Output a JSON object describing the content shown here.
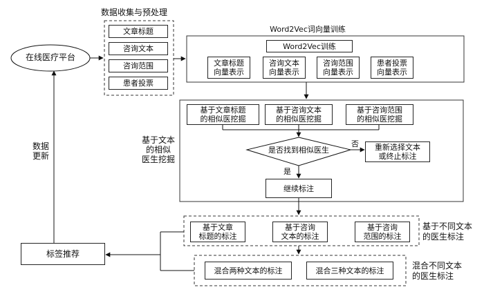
{
  "platform": "在线医疗平台",
  "collection": {
    "title": "数据收集与预处理",
    "items": [
      "文章标题",
      "咨询文本",
      "咨询范围",
      "患者投票"
    ]
  },
  "word2vec": {
    "title": "Word2Vec词向量训练",
    "train_label": "Word2Vec训练",
    "vectors": [
      "文章标题\n向量表示",
      "咨询文本\n向量表示",
      "咨询范围\n向量表示",
      "患者投票\n向量表示"
    ]
  },
  "similar_mining": {
    "side_label": "基于文本\n的相似\n医生挖掘",
    "methods": [
      "基于文章标题\n的相似医挖掘",
      "基于咨询文本\n的相似医挖掘",
      "基于咨询范围\n的相似医挖掘"
    ],
    "decision": "是否找到相似医生",
    "no_label": "否",
    "yes_label": "是",
    "reselect": "重新选择文本\n或终止标注",
    "continue": "继续标注"
  },
  "single_text_labeling": {
    "side_label": "基于不同文本\n的医生标注",
    "items": [
      "基于文章\n标题的标注",
      "基于咨询\n文本的标注",
      "基于咨询\n范围的标注"
    ]
  },
  "mixed_labeling": {
    "side_label": "混合不同文本\n的医生标注",
    "items": [
      "混合两种文本的标注",
      "混合三种文本的标注"
    ]
  },
  "tag_recommend": "标签推荐",
  "data_update": "数据\n更新"
}
